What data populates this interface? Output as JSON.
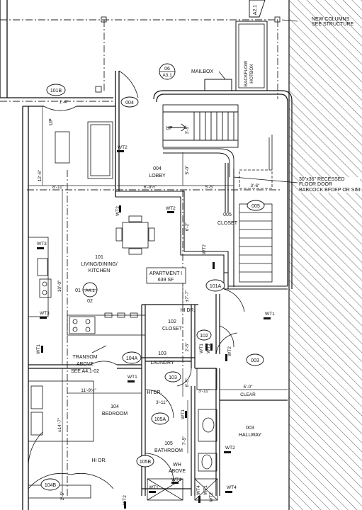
{
  "notes": {
    "new_columns": [
      "NEW COLUMNS",
      "SEE STRUCTURE"
    ],
    "recessed_door": [
      "30\"x36\" RECESSED",
      "FLOOR DOOR",
      "BABCOCK BFDEP OR SIM"
    ],
    "mailbox": "MAILBOX",
    "backflow": [
      "BACKFLOW",
      "HOTBOX"
    ],
    "transom": [
      "TRANSOM",
      "ABOVE",
      "SEE A4.1-02"
    ],
    "wh_above": [
      "WH",
      "ABOVE"
    ],
    "hi_dr_1": "HI DR.",
    "hi_dr_2": "HI DR.",
    "hi_dr_3": "HI DR.",
    "up_1": "UP",
    "up_2": "UP"
  },
  "apartment": {
    "name": "APARTMENT I",
    "area": "639 SF"
  },
  "rooms": {
    "lobby": {
      "num": "004",
      "name": "LOBBY"
    },
    "living": {
      "num": "101",
      "name": [
        "LIVING/DINING/",
        "KITCHEN"
      ]
    },
    "closet102": {
      "num": "102",
      "name": "CLOSET"
    },
    "laundry": {
      "num": "103",
      "name": "LAUNDRY"
    },
    "bedroom": {
      "num": "104",
      "name": "BEDROOM"
    },
    "bathroom": {
      "num": "105",
      "name": "BATHROOM"
    },
    "hallway": {
      "num": "003",
      "name": "HALLWAY"
    },
    "closet005": {
      "num": "005",
      "name": "CLOSET"
    }
  },
  "tags": {
    "a21": "A2.1",
    "t101B": "101B",
    "t004": "004",
    "t06": "06",
    "tA31": "A3.1",
    "t005": "005",
    "t101A": "101A",
    "t102": "102",
    "t003": "003",
    "t104A": "104A",
    "t103": "103",
    "t105A": "105A",
    "t105B": "105B",
    "t104B": "104B",
    "t01": "01",
    "tA41": "A4.1",
    "t02": "02"
  },
  "walltypes": {
    "wt2_a": "WT2",
    "wt2_b": "WT2",
    "wt2_c": "WT2",
    "wt2_d": "WT2",
    "wt2_e": "WT2",
    "wt2_f": "WT2",
    "wt2_g": "WT2",
    "wt2_h": "WT2",
    "wt3_a": "WT3",
    "wt3_b": "WT3",
    "wt1_a": "WT1",
    "wt1_b": "WT1",
    "wt1_c": "WT1",
    "wt1_d": "WT1",
    "wt1_e": "WT1",
    "wt1_f": "WT1",
    "wt1_g": "WT1",
    "wt1_h": "WT1",
    "wt4_a": "WT4",
    "wt4_b": "WT4",
    "wt4_c": "WT4"
  },
  "dims": {
    "d1_4": "1'-4\"",
    "d3_5": "3'-5\"",
    "d12_6": "12'-6\"",
    "d8_11": "8'-11\"",
    "d6_9": "6'-9½\"",
    "d5_5": "5'-5\"",
    "d5_0v": "5'-0\"",
    "d3_6": "3'-6\"",
    "d6_2": "6'-2\"",
    "d10_0": "10'-0\"",
    "d7_7": "±7'-7\"",
    "d2_5": "2'-5\"",
    "d6_5": "6'-5\"",
    "d3_11a": "3'-11\"",
    "d3_11b": "3'-11\"",
    "d11_9": "11'-9½\"",
    "d14_7": "±14'-7\"",
    "d5_0": "5'-0\"",
    "clear": "CLEAR",
    "d7_5": "7'-5\"",
    "d2_5b": "2'-5\""
  }
}
